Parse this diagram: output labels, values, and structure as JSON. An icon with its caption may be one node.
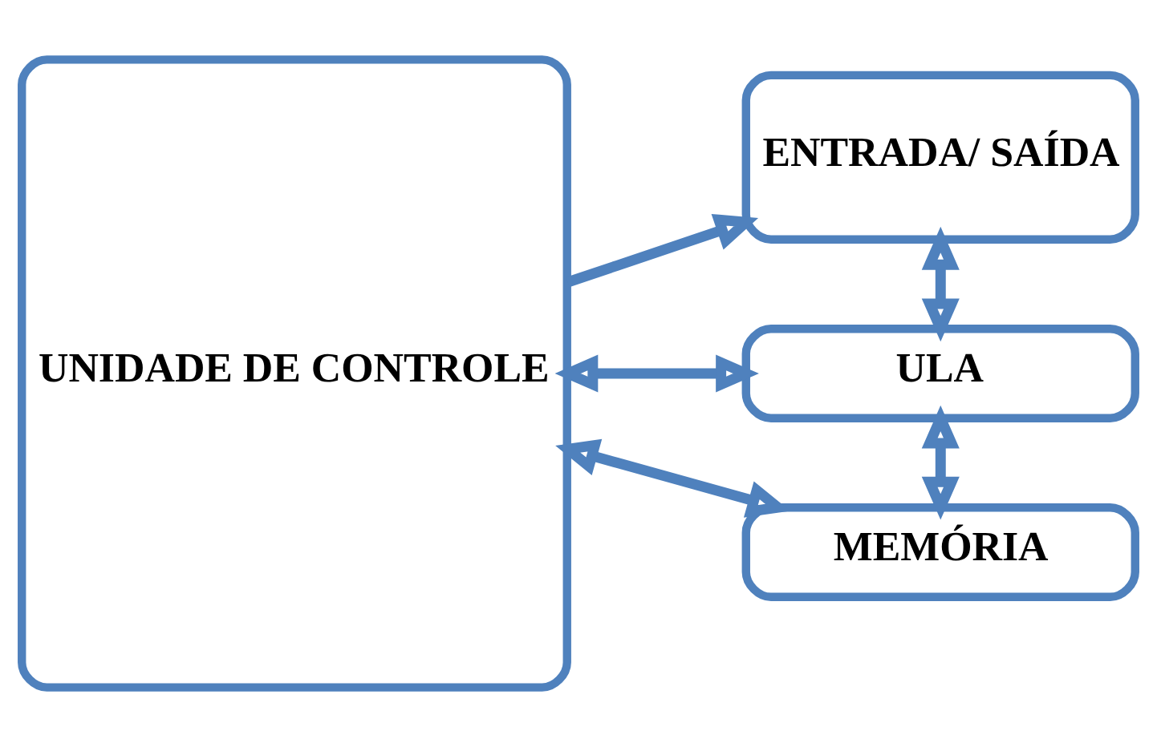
{
  "diagram": {
    "nodes": [
      {
        "text": [
          "UNIDADE DE CONTROLE"
        ]
      },
      {
        "text": [
          "ENTRADA/ SAÍDA"
        ]
      },
      {
        "text": [
          "ULA"
        ]
      },
      {
        "text": [
          "MEMÓRIA"
        ]
      }
    ],
    "edges": [
      {
        "from": 0,
        "to": 1,
        "arrow": "to"
      },
      {
        "from": 1,
        "to": 2,
        "arrow": "both"
      },
      {
        "from": 0,
        "to": 2,
        "arrow": "both"
      },
      {
        "from": 2,
        "to": 3,
        "arrow": "both"
      },
      {
        "from": 0,
        "to": 3,
        "arrow": "both"
      }
    ]
  }
}
